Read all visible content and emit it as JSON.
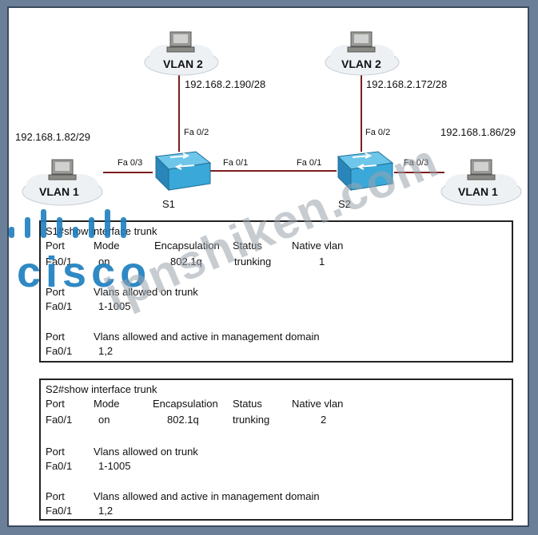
{
  "topology": {
    "pc_s1_top": {
      "vlan": "VLAN 2",
      "ip": "192.168.2.190/28"
    },
    "pc_s2_top": {
      "vlan": "VLAN 2",
      "ip": "192.168.2.172/28"
    },
    "pc_s1_left": {
      "vlan": "VLAN 1",
      "ip": "192.168.1.82/29"
    },
    "pc_s2_right": {
      "vlan": "VLAN 1",
      "ip": "192.168.1.86/29"
    },
    "s1": {
      "name": "S1",
      "port_top": "Fa 0/2",
      "port_left": "Fa 0/3",
      "port_right": "Fa 0/1"
    },
    "s2": {
      "name": "S2",
      "port_top": "Fa 0/2",
      "port_left": "Fa 0/1",
      "port_right": "Fa 0/3"
    }
  },
  "s1_output": {
    "command": "S1#show interface trunk",
    "headers": {
      "port": "Port",
      "mode": "Mode",
      "encap": "Encapsulation",
      "status": "Status",
      "native": "Native vlan"
    },
    "row": {
      "port": "Fa0/1",
      "mode": "on",
      "encap": "802.1q",
      "status": "trunking",
      "native": "1"
    },
    "allowed_header": {
      "port": "Port",
      "label": "Vlans allowed on trunk"
    },
    "allowed_row": {
      "port": "Fa0/1",
      "value": "1-1005"
    },
    "active_header": {
      "port": "Port",
      "label": "Vlans allowed and active in management domain"
    },
    "active_row": {
      "port": "Fa0/1",
      "value": "1,2"
    }
  },
  "s2_output": {
    "command": "S2#show interface trunk",
    "headers": {
      "port": "Port",
      "mode": "Mode",
      "encap": "Encapsulation",
      "status": "Status",
      "native": "Native vlan"
    },
    "row": {
      "port": "Fa0/1",
      "mode": "on",
      "encap": "802.1q",
      "status": "trunking",
      "native": "2"
    },
    "allowed_header": {
      "port": "Port",
      "label": "Vlans allowed on trunk"
    },
    "allowed_row": {
      "port": "Fa0/1",
      "value": "1-1005"
    },
    "active_header": {
      "port": "Port",
      "label": "Vlans allowed and active in management domain"
    },
    "active_row": {
      "port": "Fa0/1",
      "value": "1,2"
    }
  },
  "watermarks": {
    "logo": "cisco",
    "site": "ipnshiken.com"
  },
  "colors": {
    "link": "#7a1e1e",
    "switch": "#3aa8d8",
    "background": "#6b7f99",
    "watermark_logo": "#1e7fc0"
  }
}
